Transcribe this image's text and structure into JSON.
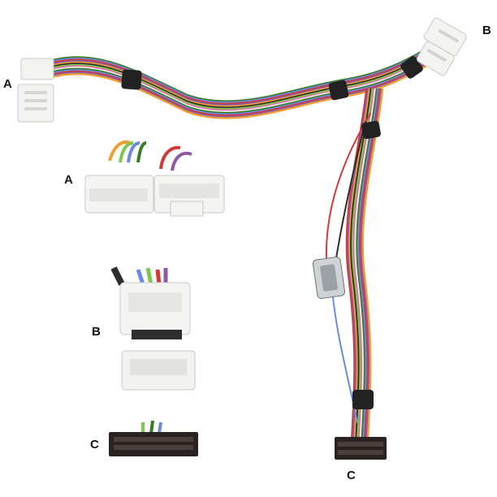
{
  "labels": {
    "a_main": "A",
    "b_main": "B",
    "c_main": "C",
    "a_detail": "A",
    "b_detail": "B",
    "c_detail": "C"
  },
  "colors": {
    "wires": [
      "#3a7a2a",
      "#6a8be0",
      "#d23a3a",
      "#8b5aa8",
      "#f0a030",
      "#2d2d2d",
      "#7ec850",
      "#e070a0",
      "#f2f2f2"
    ],
    "connector_white": "#f4f4f2",
    "connector_black": "#2a2220",
    "tape": "#222222"
  }
}
